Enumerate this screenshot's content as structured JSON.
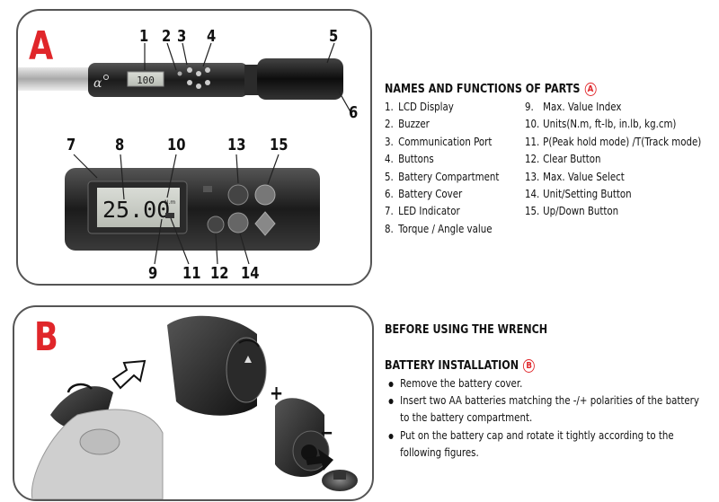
{
  "panel_a": {
    "letter": "A",
    "callouts": [
      "1",
      "2",
      "3",
      "4",
      "5",
      "6",
      "7",
      "8",
      "10",
      "13",
      "15",
      "9",
      "11",
      "12",
      "14"
    ],
    "lcd_small": "100",
    "lcd_large": "25.00",
    "unit_label": "N.m"
  },
  "panel_b": {
    "letter": "B",
    "plus": "+",
    "minus": "−"
  },
  "names": {
    "title": "NAMES AND FUNCTIONS OF PARTS",
    "badge": "A",
    "left": [
      {
        "n": "1.",
        "t": "LCD Display"
      },
      {
        "n": "2.",
        "t": "Buzzer"
      },
      {
        "n": "3.",
        "t": "Communication Port"
      },
      {
        "n": "4.",
        "t": "Buttons"
      },
      {
        "n": "5.",
        "t": "Battery Compartment"
      },
      {
        "n": "6.",
        "t": "Battery Cover"
      },
      {
        "n": "7.",
        "t": "LED Indicator"
      },
      {
        "n": "8.",
        "t": "Torque / Angle value"
      }
    ],
    "right": [
      {
        "n": "9.",
        "t": "Max. Value Index"
      },
      {
        "n": "10.",
        "t": "Units(N.m, ft-lb, in.lb, kg.cm)"
      },
      {
        "n": "11.",
        "t": "P(Peak hold mode) /T(Track mode)"
      },
      {
        "n": "12.",
        "t": "Clear Button"
      },
      {
        "n": "13.",
        "t": "Max. Value Select"
      },
      {
        "n": "14.",
        "t": "Unit/Setting Button"
      },
      {
        "n": "15.",
        "t": "Up/Down Button"
      }
    ]
  },
  "before": {
    "title": "BEFORE USING THE WRENCH"
  },
  "battery": {
    "title": "BATTERY INSTALLATION",
    "badge": "B",
    "bullets": [
      "Remove the battery cover.",
      "Insert two AA batteries matching the -/+ polarities of the battery to the battery compartment.",
      "Put on the battery cap and rotate it tightly according to the following figures."
    ]
  }
}
